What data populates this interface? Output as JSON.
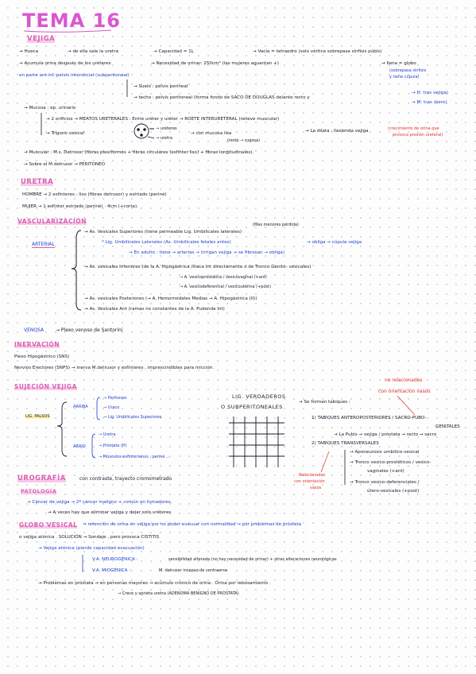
{
  "title": "TEMA 16",
  "s1": {
    "heading": "VEJIGA",
    "l1a": "→ Hueca",
    "l1b": "→ de ella sale la uretra",
    "l1c": "→ Capacidad = 1L",
    "l1d": "→ Vacía = tetraedro (solo vértice sobrepasa sínfisis púbis)",
    "l2a": "→ Acumula orina después de los uréteres",
    "l2b": "→ Necesidad de orinar: 250cm³ (las mujeres aguantan +)",
    "l2c": "→ llena = globo",
    "l2d": "(sobrepasa sínfisis",
    "l2e": "y tiene cúpula)",
    "l3": "en parte ant-inf. pelvis intersticial (subperitoneal)",
    "l4a": "→ Suelo : pelvis perineal",
    "l4b": "→ techo : pelvis peritoneal (forma fondo de SACO DE DOUGLAS delante recto y",
    "l4c": "→ H: tras vejiga)",
    "l4d": "→ M: tras útero)",
    "l5": "→ Mucosa : ep. urinario",
    "l6a": "→ 2 orificios → MEATOS URETERALES : Entre uréter y uréter → ROETE INTERURETERAL (relieve muscular)",
    "l7a": "→ Trígono vesical",
    "l7b": "→ uréteres",
    "l7c": "→ uretra",
    "l7d": "→ con mucosa lisa",
    "l7e": "(resto → rugosa)",
    "l7f": "→ La dilata : llaslenda vejiga",
    "l7g": "(crecimiento de orina que",
    "l7h": "provoca presión ureteral)",
    "l8": "→ Muscular : M.s. Detrusor (fibras plexiformes + fibras circulares (esfínter liso) + fibras longitudinales).",
    "l9": "→ Sobre el M.detrusor → PERITONEO"
  },
  "s2": {
    "heading": "URETRA",
    "l1": "HOMBRE → 2 esfínteres : liso (fibras detrusor) y estriado (periné)",
    "l2": "MUJER → 1 esfínter estriado (periné) · 4cm (+corta)."
  },
  "s3": {
    "heading": "VASCULARIZACIÓN",
    "arterial": "ARTERIAL",
    "n1": "(Mas menores pérdida)",
    "l1": "→ As. Vesicales Superiores (tiene permeable Lig. Umbilicales laterales)",
    "l2a": "* Lig. Umbilicales Laterales (As. Umbilicales fetales antes)",
    "l2b": "→ obliga → cúpula vejiga",
    "l3a": "→ En adulto : tiene → arterias → (irrigan vejiga → se fibrosan → obliga)",
    "l4": "→ As. vesicales Inferiores (de la A. Hipogástrica /Iliaca Int directamente o de Tronco Genito- vesicales)",
    "l5a": "→ A. vesicoprostática / vesicovaginal (+ant)",
    "l5b": "→ A. vesicodeferencial / vesicouterina (+post)",
    "l6": "→ As. vesicales Posteriores (→ A. Hemorroidales Medias → A. Hipogástrica (II))",
    "l7": "→ As. Vesicales Ant (ramas no constantes de la A. Pudenda Int)",
    "venosa": "VENOSA",
    "venosa_text": "→ Plexo venoso de Santorini"
  },
  "s4": {
    "heading": "INERVACIÓN",
    "l1": "Plexo Hipogástrico (SNS)",
    "l2": "Nervios Erectores (SNPS) → inerva M.detrusor y esfínteres , imprescindibles para micción."
  },
  "s5": {
    "heading": "SUJECIÓN VEJIGA",
    "red1": "no relacionados",
    "red2": "con orientación vasos",
    "lig": "LIG. PALSOS",
    "arriba": "ARRIBA",
    "a1": "→ Peritoneo",
    "a2": "→ Uraco",
    "a3": "→ Lig. Umbilicales Superiores",
    "abajo": "ABAJO",
    "b1": "→ Uretra",
    "b2": "→ Próstata (H)",
    "b3": "→ Músculos esfinterianos , periné ...",
    "ligv1": "LIG. VERDADEROS",
    "ligv2": "O SUBPERITONEALES",
    "forman": "→ Se forman tabiques :",
    "t1": "1) TABIQUES ANTEROPOSTERIORES / SACRO-PUBO-",
    "t1b": "GENITALES",
    "t1c": "→ La Pubis → vejiga / próstata → recto → sacro",
    "t2": "2) TABIQUES TRANSVERSALES",
    "t2a": "→ Aponeurosis umbilico-vesical",
    "t2b": "→ Tronco vesico-prostéticos / vesico-",
    "t2c": "vaginales (+ant)",
    "t2d": "→ Tronco vesico-deferenciales /",
    "t2e": "útero-vesicales (+post)",
    "rel1": "Relacionados",
    "rel2": "con orientación",
    "rel3": "vasos"
  },
  "s6": {
    "heading": "UROGRAFÍA",
    "heading_rest": "con contraste, trayecto cromometrado",
    "pat": "PATOLOGÍA",
    "p1": "→ Cáncer de vejiga → 2º cáncer maligno + común en fumadores.",
    "p2": "→ A veces hay que eliminar vejiga y dejar solo uréteres",
    "globo": "GLOBO VESICAL",
    "g1": "→ retención de orina en vejiga por no poder evacuar con normalidad → por problemas de próstata",
    "g2": "o vejiga atónica . SOLUCIÓN → Sondaje , pero provoca CISTITIS",
    "g3": "→ Vejiga atónica (pierde capacidad evacuación)",
    "g4a": "V.A. NEUROGÉNICA :",
    "g4b": "sensibilidad alterada (no hay necesidad de orinar) + otras alteraciones neurológicas",
    "g5a": "V.A. MIOGÉNICA :",
    "g5b": "M. detrusor incapaz de contraerse",
    "g6": "→ Problemas en próstata → en personas mayores → acúmulo crónico de orina . Orina por rebosamiento .",
    "g7": "→ Crece y aprieta uretra (ADENOMA BENIGNO DE PRÓSTATA)"
  }
}
